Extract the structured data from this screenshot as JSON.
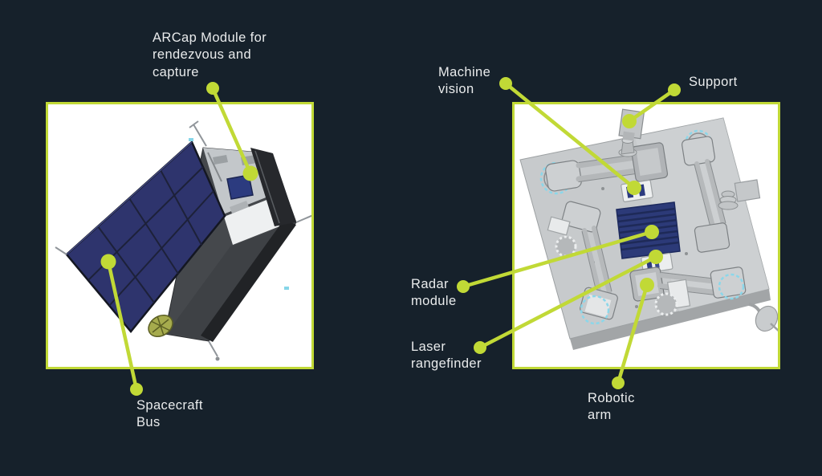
{
  "colors": {
    "background": "#16212b",
    "accent": "#c1d936",
    "label_text": "#e9ebec",
    "figure_bg": "#ffffff",
    "solar_panel_blue": "#2e346d",
    "callout_cyan_detail": "#8bd7ea"
  },
  "figures": {
    "spacecraft": {
      "callouts": {
        "arcap": {
          "label": "ARCap Module for\nrendezvous and\ncapture"
        },
        "bus": {
          "label": "Spacecraft\nBus"
        }
      }
    },
    "platform": {
      "callouts": {
        "machine_vision": {
          "label": "Machine\nvision"
        },
        "support": {
          "label": "Support"
        },
        "radar": {
          "label": "Radar\nmodule"
        },
        "laser": {
          "label": "Laser\nrangefinder"
        },
        "robotic_arm": {
          "label": "Robotic\narm"
        }
      }
    }
  }
}
